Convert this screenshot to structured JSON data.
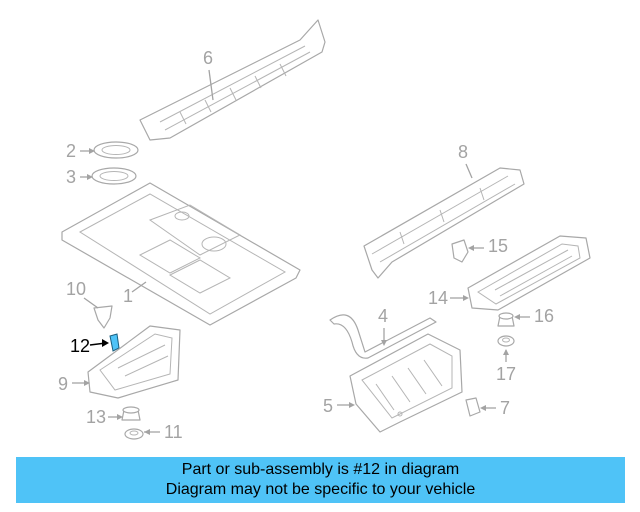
{
  "callouts": {
    "c1": "1",
    "c2": "2",
    "c3": "3",
    "c4": "4",
    "c5": "5",
    "c6": "6",
    "c7": "7",
    "c8": "8",
    "c9": "9",
    "c10": "10",
    "c11": "11",
    "c12": "12",
    "c13": "13",
    "c14": "14",
    "c15": "15",
    "c16": "16",
    "c17": "17"
  },
  "highlight_color": "#4fc3f7",
  "banner": {
    "line1": "Part or sub-assembly is #12 in diagram",
    "line2": "Diagram may not be specific to your vehicle"
  }
}
